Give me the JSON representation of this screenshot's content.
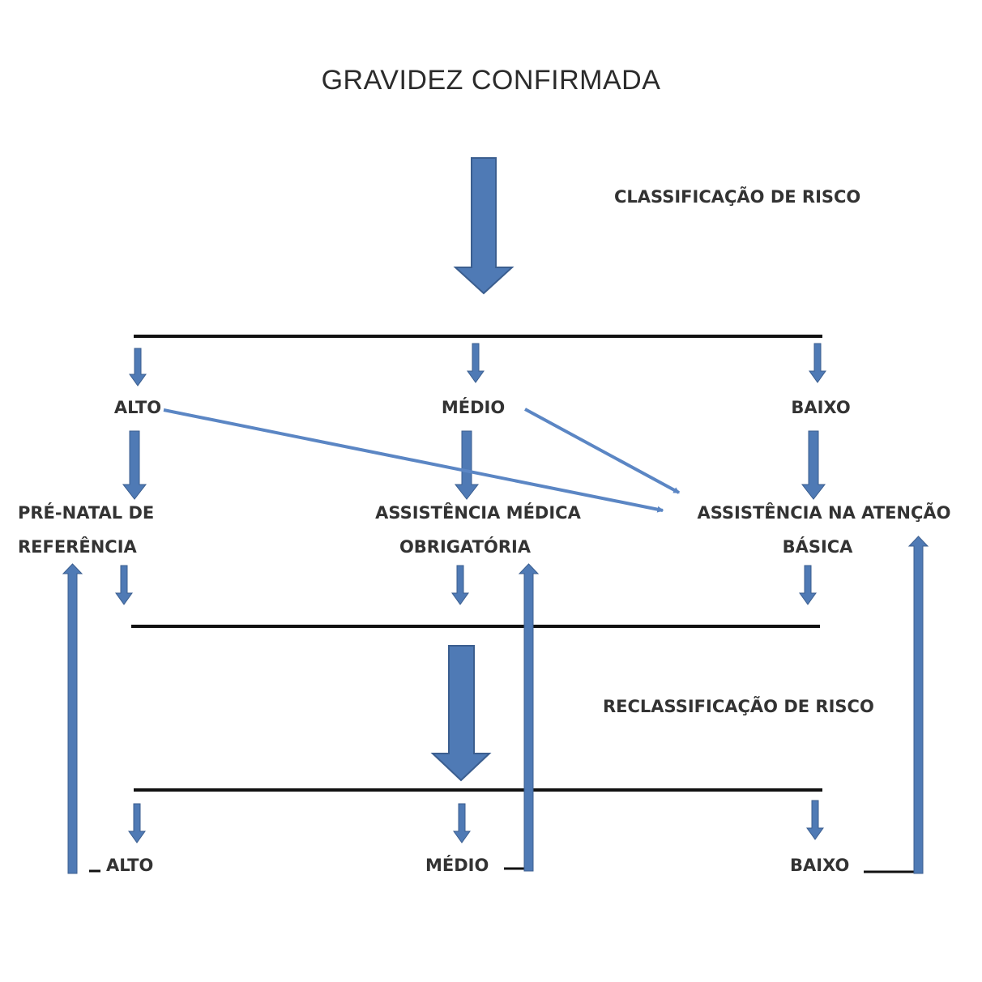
{
  "title": "GRAVIDEZ CONFIRMADA",
  "step_labels": {
    "classification": "CLASSIFICAÇÃO  DE RISCO",
    "reclassification": "RECLASSIFICAÇÃO  DE RISCO"
  },
  "risk_levels": {
    "high": "ALTO",
    "medium": "MÉDIO",
    "low": "BAIXO"
  },
  "care_options": {
    "referral_line1": "PRÉ-NATAL DE",
    "referral_line2": "REFERÊNCIA",
    "mandatory_line1": "ASSISTÊNCIA MÉDICA",
    "mandatory_line2": "OBRIGATÓRIA",
    "primary_line1": "ASSISTÊNCIA NA ATENÇÃO",
    "primary_line2": "BÁSICA"
  },
  "reclass_levels": {
    "high": "ALTO",
    "medium": "MÉDIO",
    "low": "BAIXO"
  },
  "colors": {
    "arrow_fill": "#4f7ab5",
    "arrow_dark": "#3b5e8f",
    "diagonal": "#5b86c4",
    "line": "#111111",
    "text": "#333333"
  }
}
